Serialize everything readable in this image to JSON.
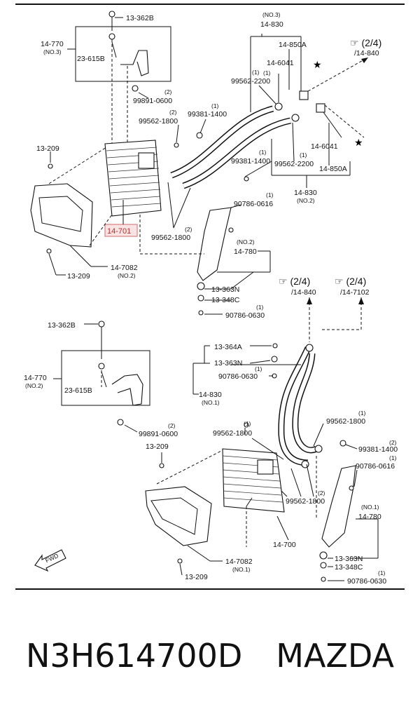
{
  "labels": {
    "l13362b_top": "13-362B",
    "l14770_top": "14-770",
    "no3_a": "(NO.3)",
    "l23615b_top": "23-615B",
    "q2_a": "(2)",
    "l99891_top": "99891-0600",
    "l13209_top": "13-209",
    "q2_b": "(2)",
    "l99562_1800_a": "99562-1800",
    "q1_a": "(1)",
    "l99381_a": "99381-1400",
    "no3_b": "(NO.3)",
    "l14830_top": "14-830",
    "l14850a_top": "14-850A",
    "q1_b": "(1)",
    "l14_6041_a": "14-6041",
    "q1_c": "(1)",
    "l99562_2200_a": "99562-2200",
    "ref_top": "(2/4)",
    "ref_top_part": "/14-840",
    "l14_6041_b": "14-6041",
    "q1_d": "(1)",
    "l99562_2200_b": "99562-2200",
    "l14850a_b": "14-850A",
    "q1_e": "(1)",
    "l99381_b": "99381-1400",
    "l14830_b": "14-830",
    "no2_a": "(NO.2)",
    "q1_f": "(1)",
    "l90786_a": "90786-0616",
    "l14701": "14-701",
    "q2_c": "(2)",
    "l99562_1800_b": "99562-1800",
    "no2_b": "(NO.2)",
    "l14780_a": "14-780",
    "l14_7082_a": "14-7082",
    "no2_c": "(NO.2)",
    "l13209_b": "13-209",
    "l13363n_a": "13-363N",
    "l13348c_a": "13-348C",
    "q1_g": "(1)",
    "l90786_b": "90786-0630",
    "ref_mid1": "(2/4)",
    "ref_mid1_part": "/14-840",
    "ref_mid2": "(2/4)",
    "ref_mid2_part": "/14-7102",
    "l13362b_b": "13-362B",
    "l14770_b": "14-770",
    "no2_d": "(NO.2)",
    "l23615b_b": "23-615B",
    "l13364a": "13-364A",
    "l13363n_b": "13-363N",
    "q1_h": "(1)",
    "l90786_c": "90786-0630",
    "l14830_c": "14-830",
    "no1_a": "(NO.1)",
    "q2_d": "(2)",
    "l99891_b": "99891-0600",
    "q1_i": "(1)",
    "l99562_1800_c": "99562-1800",
    "q1_j": "(1)",
    "l99562_1800_d": "99562-1800",
    "l13209_c": "13-209",
    "q2_e": "(2)",
    "l99381_c": "99381-1400",
    "q1_k": "(1)",
    "l90786_d": "90786-0616",
    "q2_f": "(2)",
    "l99562_1800_e": "99562-1800",
    "no1_b": "(NO.1)",
    "l14780_b": "14-780",
    "l14700": "14-700",
    "l14_7082_b": "14-7082",
    "no1_c": "(NO.1)",
    "l13209_d": "13-209",
    "l13363n_c": "13-363N",
    "l13348c_b": "13-348C",
    "q1_l": "(1)",
    "l90786_e": "90786-0630",
    "fwd": "FWD"
  },
  "caption": {
    "part_number": "N3H614700D",
    "brand": "MAZDA"
  },
  "colors": {
    "highlight_box": "#d98080",
    "highlight_fill": "#fbe3e3"
  }
}
